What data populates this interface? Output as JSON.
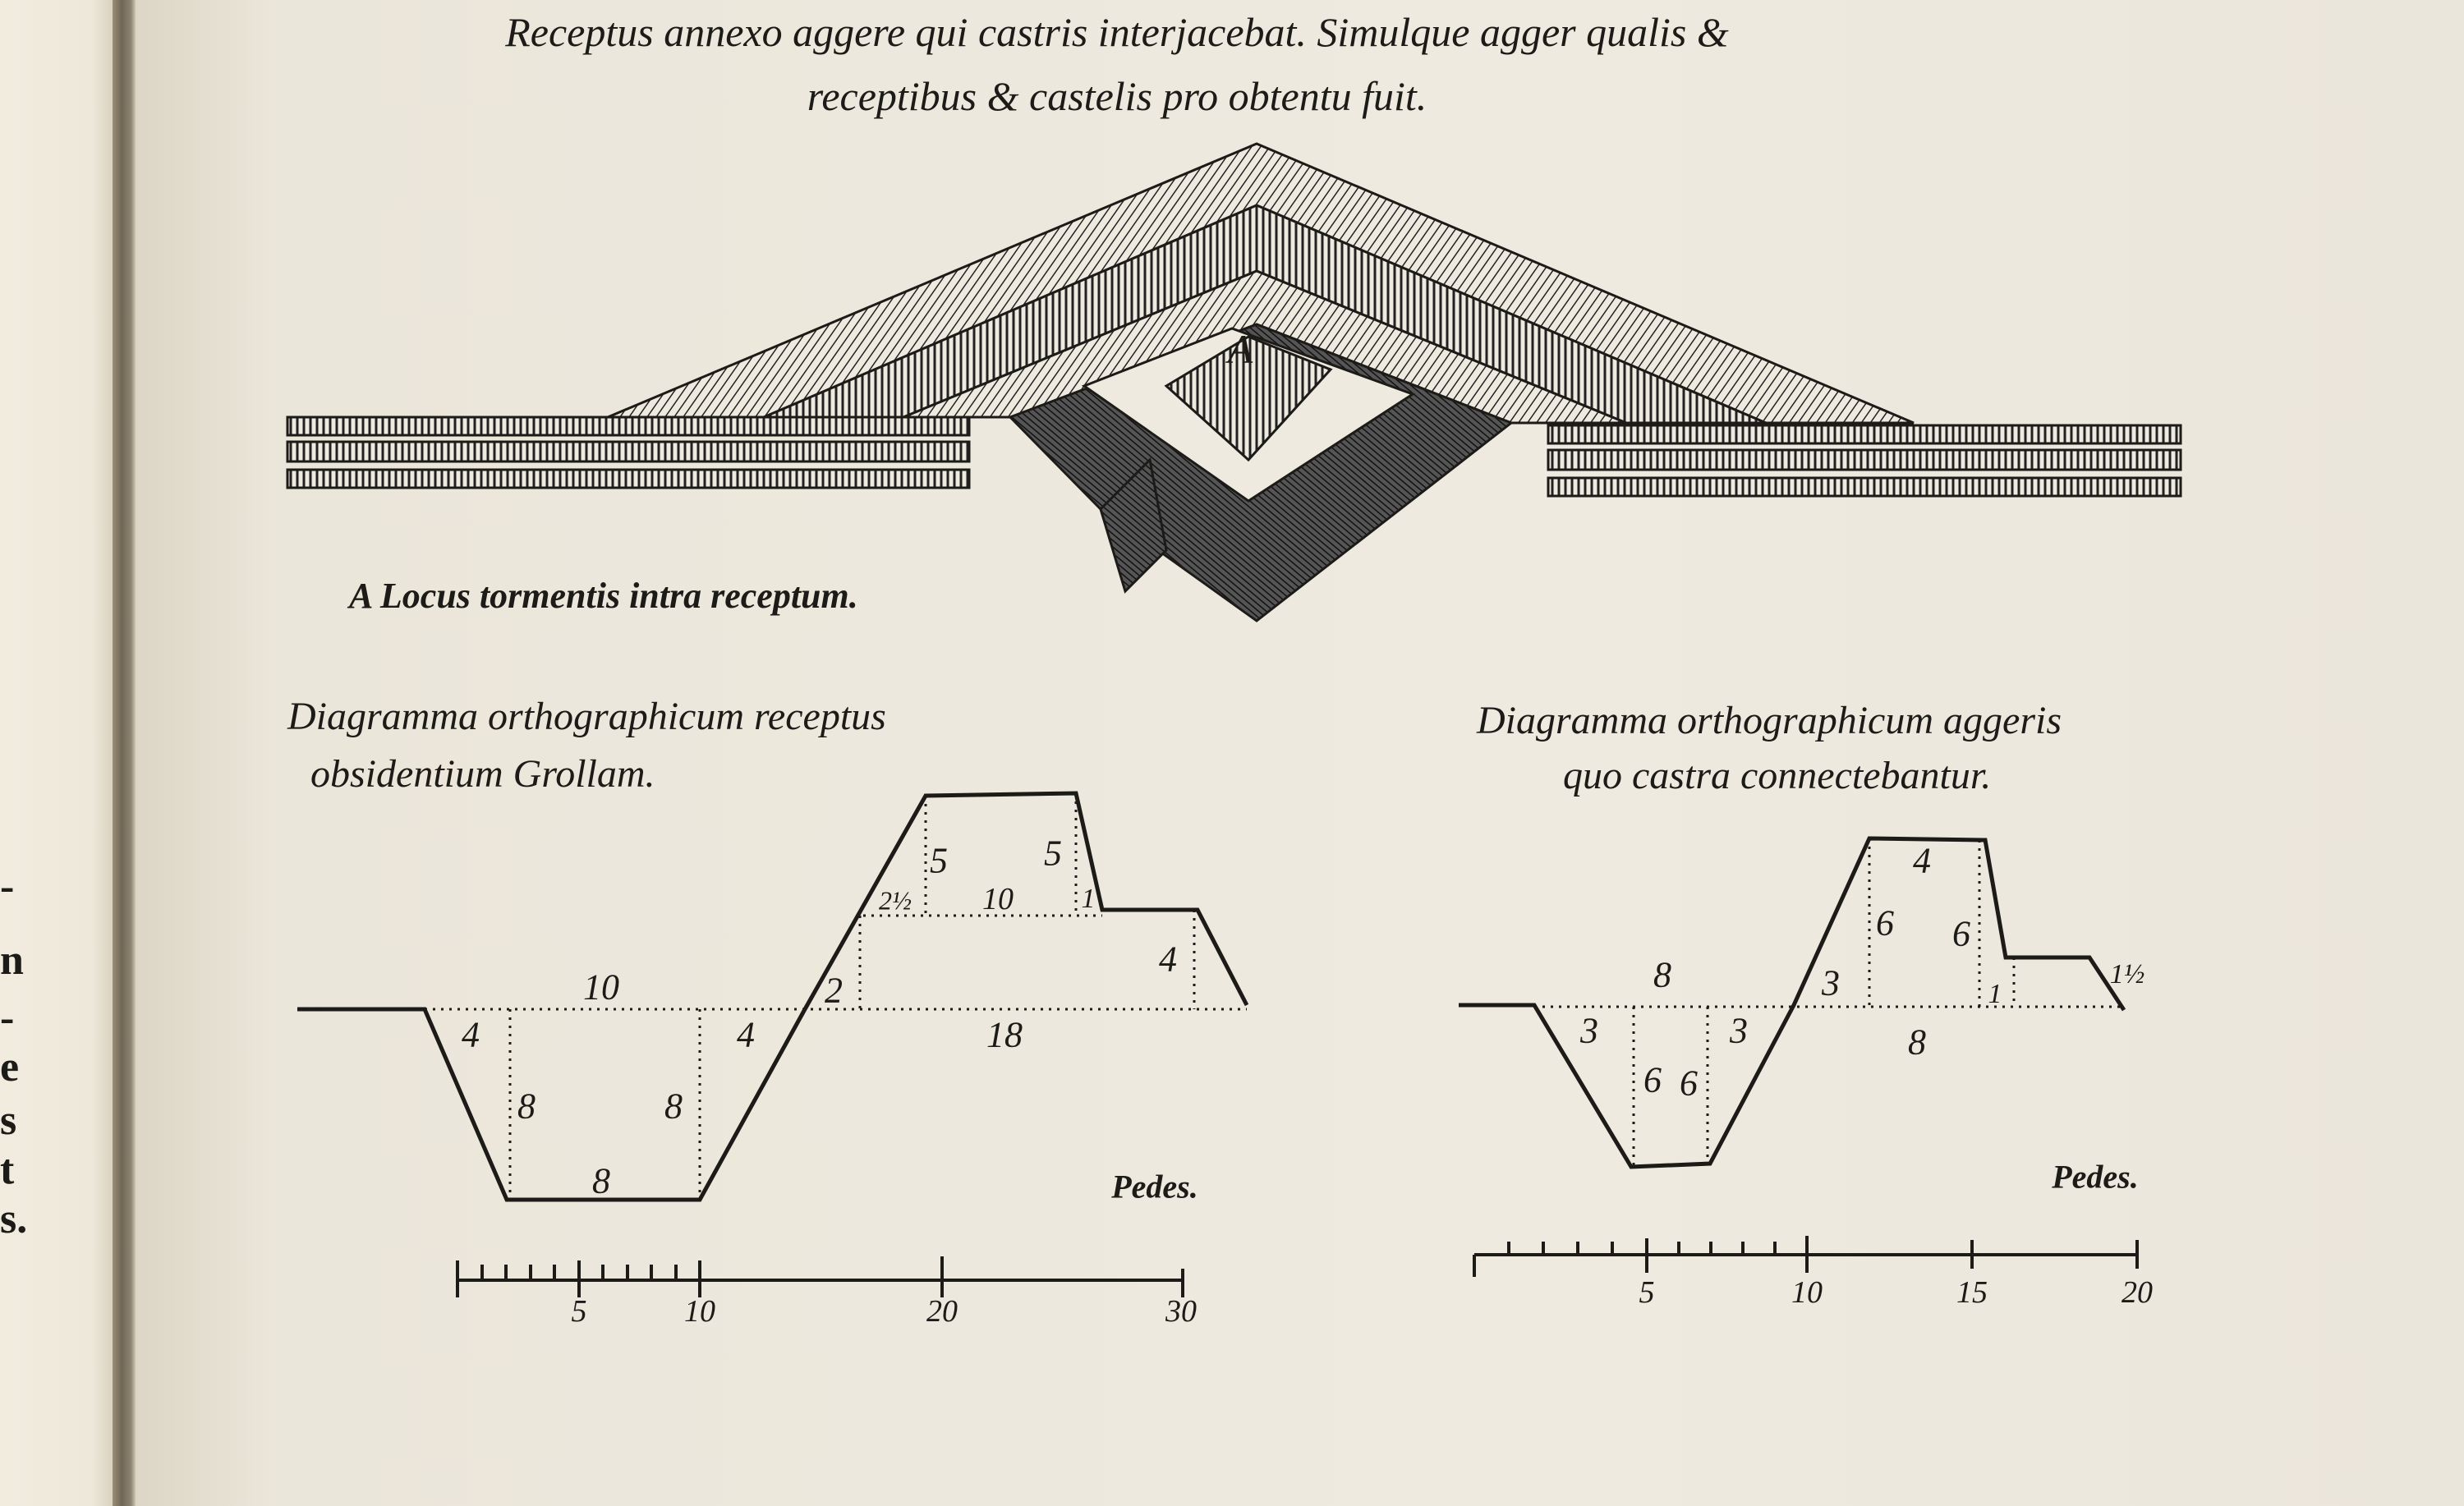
{
  "left_page": {
    "fragments": [
      "-",
      "n",
      "-",
      "e",
      "s",
      "t",
      "s."
    ]
  },
  "title": {
    "line1": "Receptus annexo aggere qui castris interjacebat. Simulque agger qualis &",
    "line2": "receptibus & castelis pro obtentu fuit."
  },
  "fortification": {
    "marker": "A",
    "legend": "A Locus tormentis intra receptum."
  },
  "left_diagram": {
    "caption1": "Diagramma orthographicum receptus",
    "caption2": "obsidentium Grollam.",
    "labels": [
      "10",
      "4",
      "4",
      "8",
      "8",
      "8",
      "2",
      "18",
      "4",
      "5",
      "5",
      "2½",
      "10",
      "1"
    ],
    "unit": "Pedes.",
    "scale_ticks": [
      "5",
      "10",
      "20",
      "30"
    ]
  },
  "right_diagram": {
    "caption1": "Diagramma orthographicum aggeris",
    "caption2": "quo castra connectebantur.",
    "labels": [
      "8",
      "3",
      "3",
      "6",
      "6",
      "3",
      "4",
      "6",
      "6",
      "1",
      "8",
      "1½"
    ],
    "unit": "Pedes.",
    "scale_ticks": [
      "5",
      "10",
      "15",
      "20"
    ]
  }
}
